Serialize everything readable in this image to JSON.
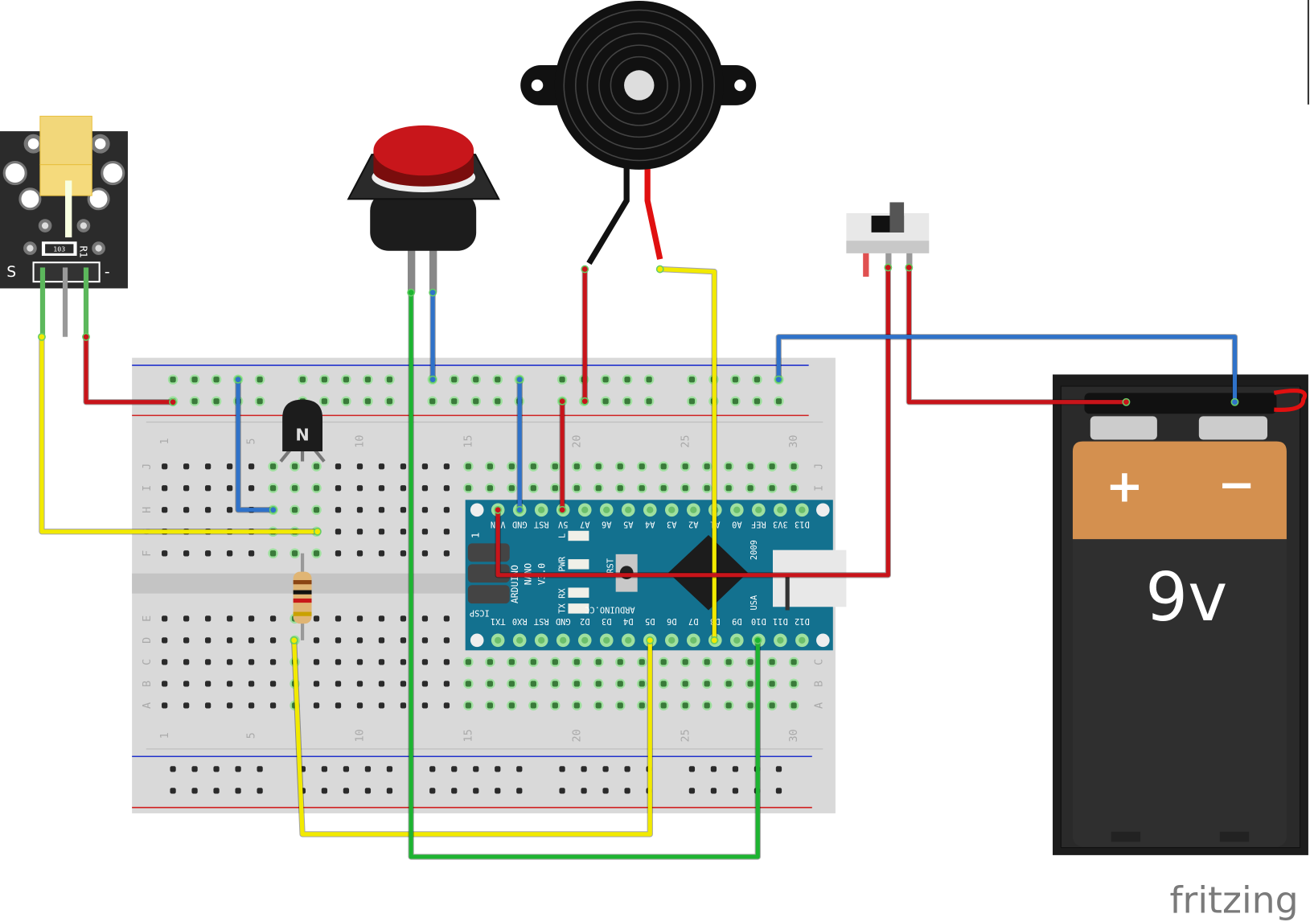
{
  "laser_module": {
    "resistor_value": "103",
    "resistor_ref": "R1",
    "pin_signal": "S",
    "pin_ground": "-"
  },
  "breadboard": {
    "row_letters_top": [
      "J",
      "I",
      "H",
      "G",
      "F"
    ],
    "row_letters_bottom": [
      "E",
      "D",
      "C",
      "B",
      "A"
    ],
    "column_numbers": [
      "1",
      "5",
      "10",
      "15",
      "20",
      "25",
      "30"
    ]
  },
  "transistor": {
    "marking": "N"
  },
  "arduino": {
    "top_pins": [
      "VIN",
      "GND",
      "RST",
      "5V",
      "A7",
      "A6",
      "A5",
      "A4",
      "A3",
      "A2",
      "A1",
      "A0",
      "REF",
      "3V3",
      "D13"
    ],
    "bottom_pins": [
      "TX1",
      "RX0",
      "RST",
      "GND",
      "D2",
      "D3",
      "D4",
      "D5",
      "D6",
      "D7",
      "D8",
      "D9",
      "D10",
      "D11",
      "D12"
    ],
    "board_name_line1": "ARDUINO",
    "board_name_line2": "NANO",
    "board_name_line3": "V3.0",
    "website": "ARDUINO.CC",
    "icsp": "ICSP",
    "pin_one": "1",
    "year": "2009",
    "country": "USA",
    "led_labels": [
      "L",
      "PWR",
      "RX",
      "TX"
    ],
    "reset_label": "RST"
  },
  "battery": {
    "plus": "+",
    "minus": "−",
    "voltage": "9v"
  },
  "logo": "fritzing",
  "colors": {
    "wire_red": "#c8141a",
    "wire_yellow": "#f2ea00",
    "wire_green": "#1db431",
    "wire_blue": "#2f72c9",
    "nano_blue": "#13718f",
    "battery_orange": "#d4904f"
  }
}
